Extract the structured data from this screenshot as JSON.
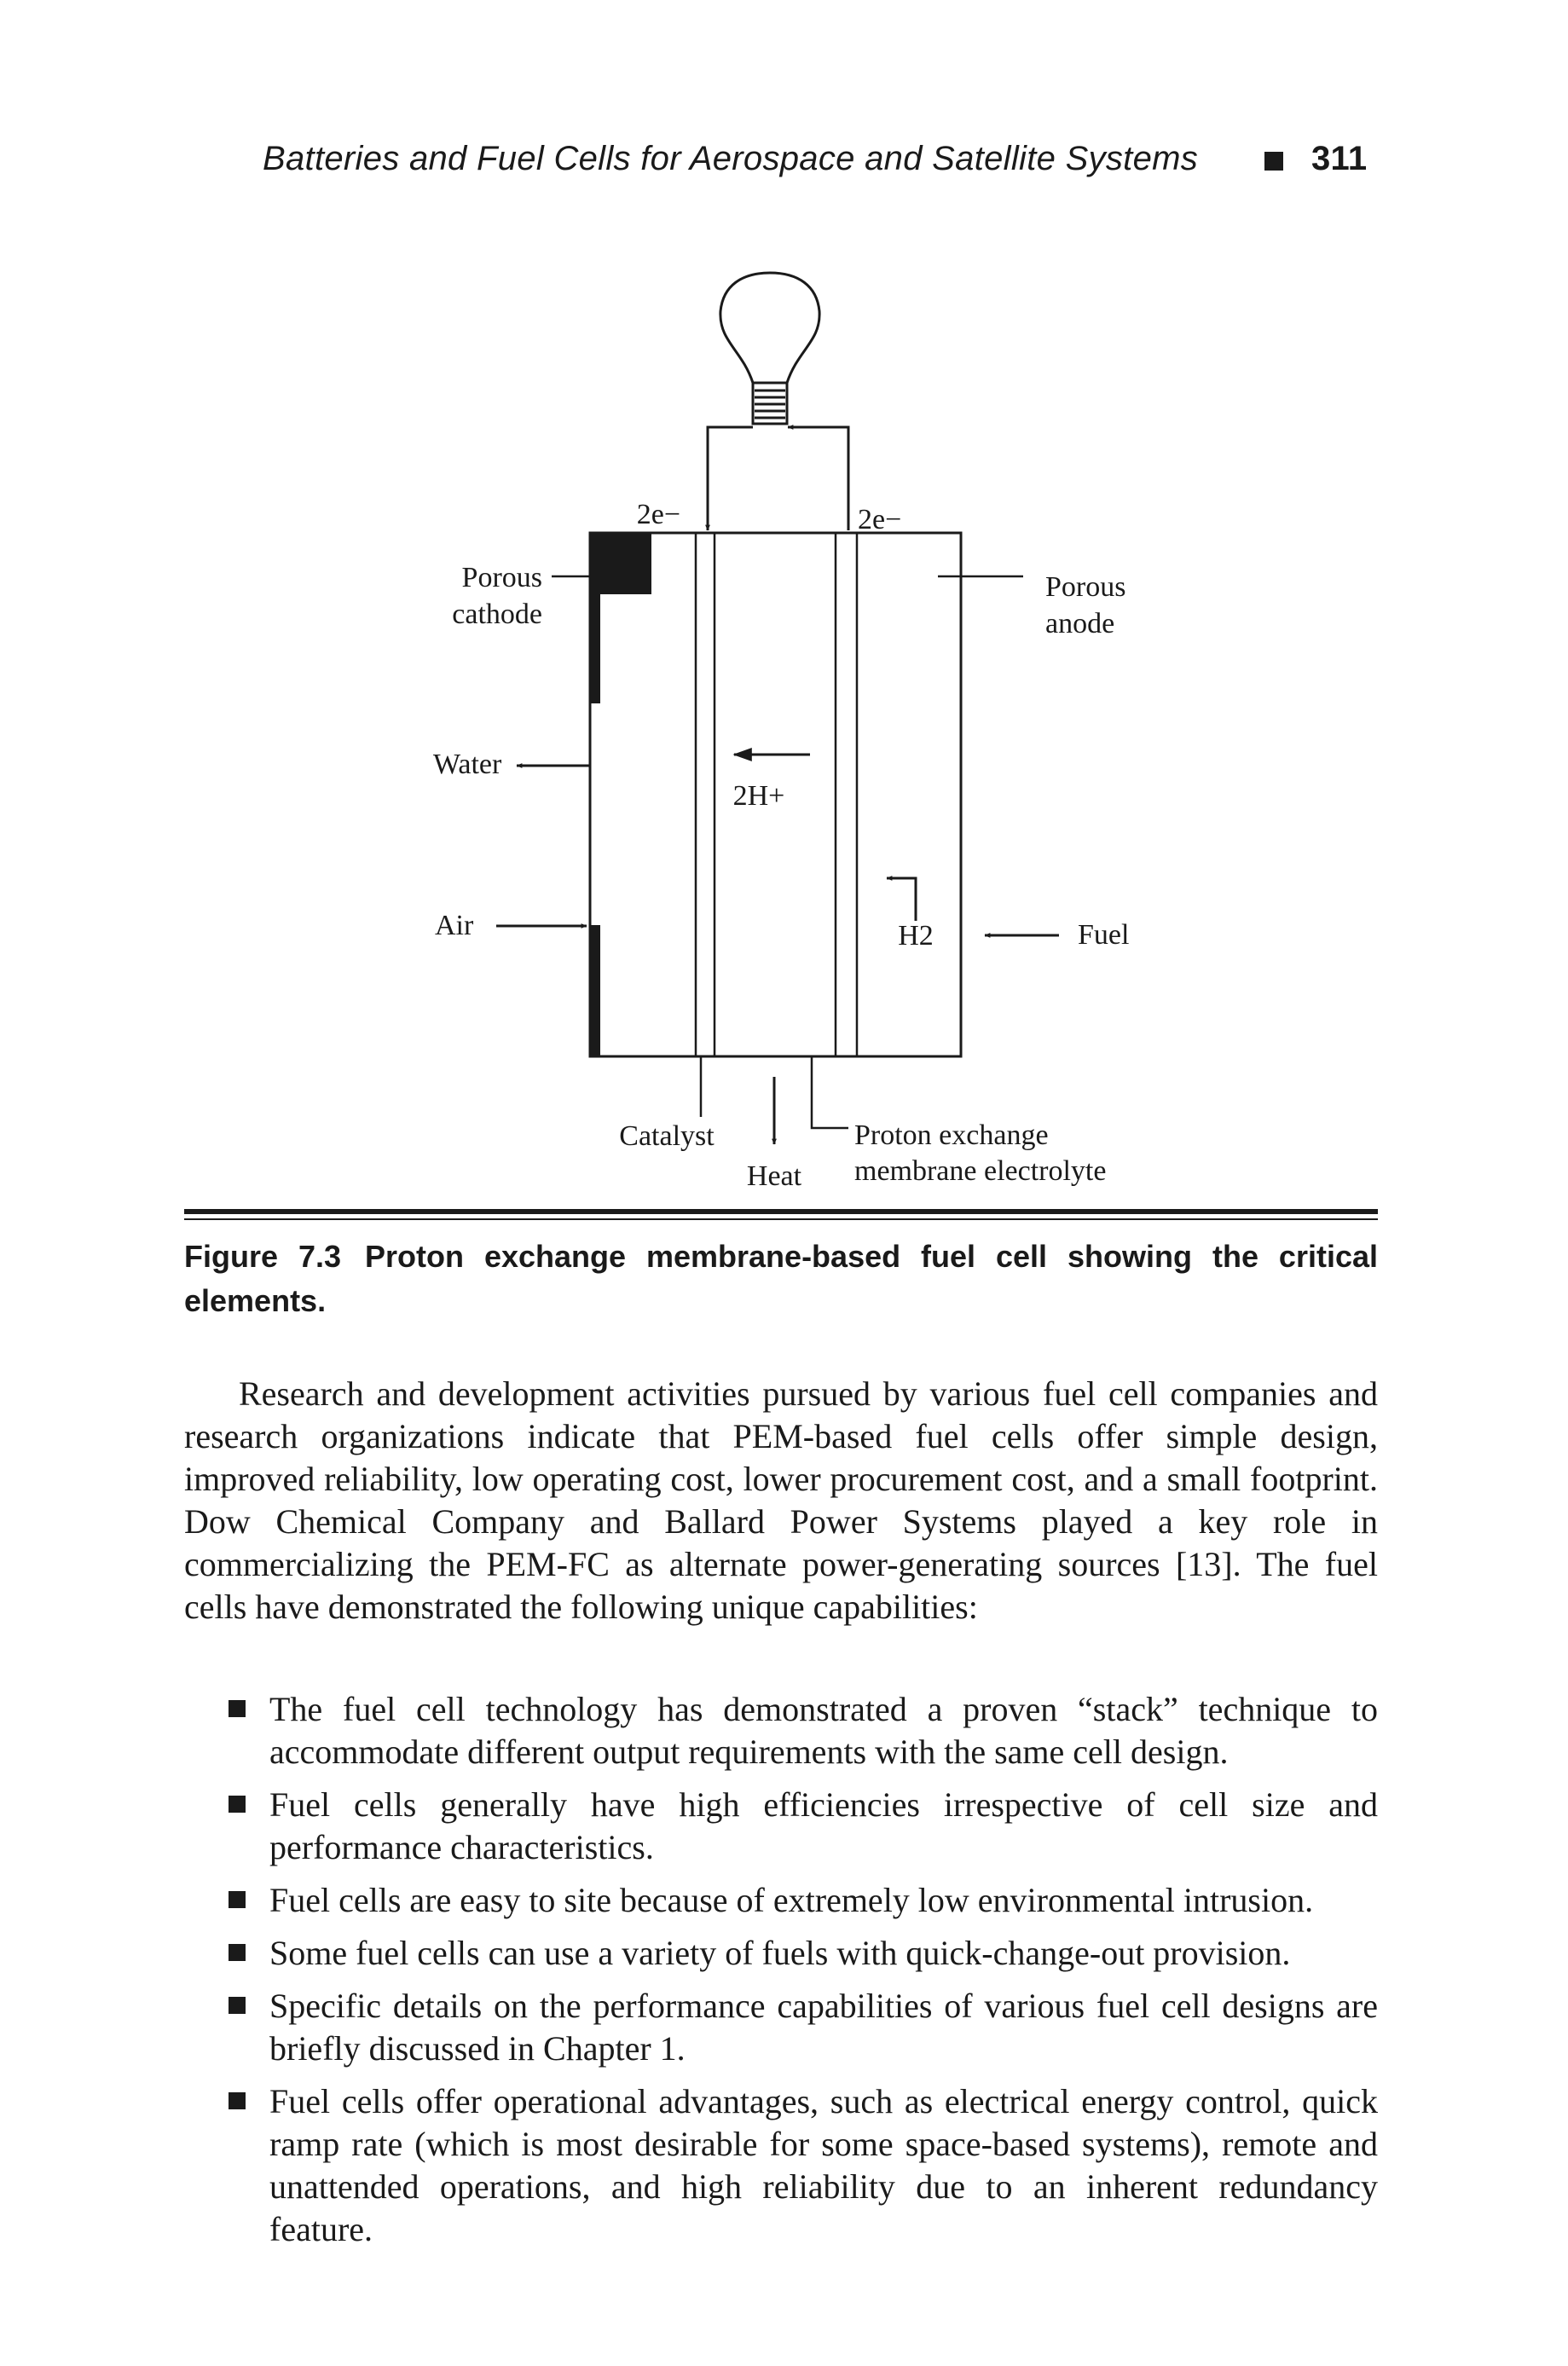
{
  "header": {
    "running_title": "Batteries and Fuel Cells for Aerospace and Satellite Systems",
    "page_number": "311"
  },
  "figure": {
    "labels": {
      "electrons_left": "2e−",
      "electrons_right": "2e−",
      "porous_cathode_1": "Porous",
      "porous_cathode_2": "cathode",
      "porous_anode_1": "Porous",
      "porous_anode_2": "anode",
      "water": "Water",
      "air": "Air",
      "protons": "2H+",
      "hydrogen": "H2",
      "fuel": "Fuel",
      "catalyst": "Catalyst",
      "heat": "Heat",
      "pem_1": "Proton exchange",
      "pem_2": "membrane electrolyte"
    },
    "caption_label": "Figure 7.3",
    "caption_text": "Proton exchange membrane-based fuel cell showing the critical elements."
  },
  "body": {
    "paragraph": "Research and development activities pursued by various fuel cell companies and research organizations indicate that PEM-based fuel cells offer simple design, improved reliability, low operating cost, lower procurement cost, and a small footprint. Dow Chemical Company and Ballard Power Systems played a key role in commercializing the PEM-FC as alternate power-generating sources [13]. The fuel cells have demonstrated the following unique capabilities:",
    "bullets": [
      "The fuel cell technology has demonstrated a proven “stack” technique to accommodate different output requirements with the same cell design.",
      "Fuel cells generally have high efficiencies irrespective of cell size and performance characteristics.",
      "Fuel cells are easy to site because of extremely low environmental intrusion.",
      "Some fuel cells can use a variety of fuels with quick-change-out provision.",
      "Specific details on the performance capabilities of various fuel cell designs are briefly discussed in Chapter 1.",
      "Fuel cells offer operational advantages, such as electrical energy control, quick ramp rate (which is most desirable for some space-based systems), remote and unattended operations, and high reliability due to an inherent redundancy feature."
    ]
  }
}
